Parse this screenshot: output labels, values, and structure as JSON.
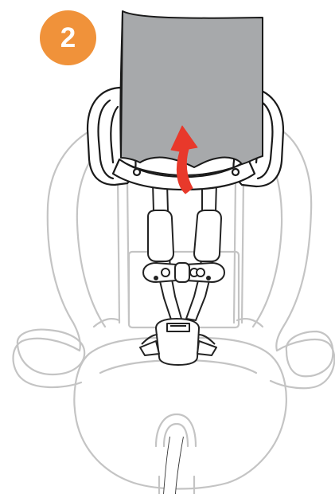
{
  "step": {
    "number": "2"
  },
  "colors": {
    "badge": "#f0923a",
    "seat_outline": "#c8c8c8",
    "headrest_outline": "#1a1a1a",
    "insert_fill": "#a7a9ab",
    "arrow": "#e8392b",
    "line_dark": "#222222",
    "line_light": "#bdbdbd"
  },
  "illustration": {
    "subject": "child-car-seat",
    "parts": [
      "headrest",
      "harness-straps",
      "chest-clip",
      "buckle",
      "crotch-strap",
      "seat-shell",
      "head-insert",
      "lift-arrow"
    ]
  }
}
